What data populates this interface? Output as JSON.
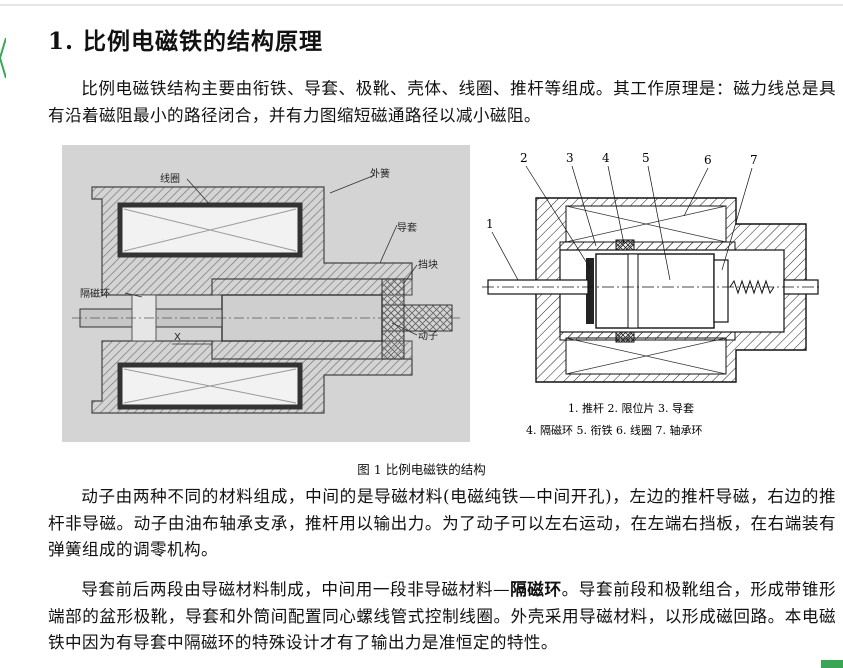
{
  "heading": "1. 比例电磁铁的结构原理",
  "para1": "比例电磁铁结构主要由衔铁、导套、极靴、壳体、线圈、推杆等组成。其工作原理是：磁力线总是具有沿着磁阻最小的路径闭合，并有力图缩短磁通路径以减小磁阻。",
  "figure_left": {
    "labels": {
      "coil": "线圈",
      "housing": "外簧",
      "guide": "导套",
      "stopper": "挡块",
      "ring": "隔磁环",
      "mover": "动子",
      "x": "X"
    }
  },
  "figure_right": {
    "numbers": [
      "1",
      "2",
      "3",
      "4",
      "5",
      "6",
      "7"
    ],
    "legend_line1": "1. 推杆  2. 限位片  3. 导套",
    "legend_line2": "4. 隔磁环  5. 衔铁  6. 线圈  7. 轴承环"
  },
  "caption": "图 1  比例电磁铁的结构",
  "para2": "动子由两种不同的材料组成，中间的是导磁材料(电磁纯铁—中间开孔)，左边的推杆导磁，右边的推杆非导磁。动子由油布轴承支承，推杆用以输出力。为了动子可以左右运动，在左端右挡板，在右端装有弹簧组成的调零机构。",
  "para3": {
    "before": "导套前后两段由导磁材料制成，中间用一段非导磁材料—",
    "bold": "隔磁环",
    "after": "。导套前段和极靴组合，形成带锥形端部的盆形极靴，导套和外筒间配置同心螺线管式控制线圈。外壳采用导磁材料，以形成磁回路。本电磁铁中因为有导套中隔磁环的特殊设计才有了输出力是准恒定的特性。"
  },
  "colors": {
    "accent": "#3aa655",
    "photo_bg": "#d4d4d4"
  }
}
